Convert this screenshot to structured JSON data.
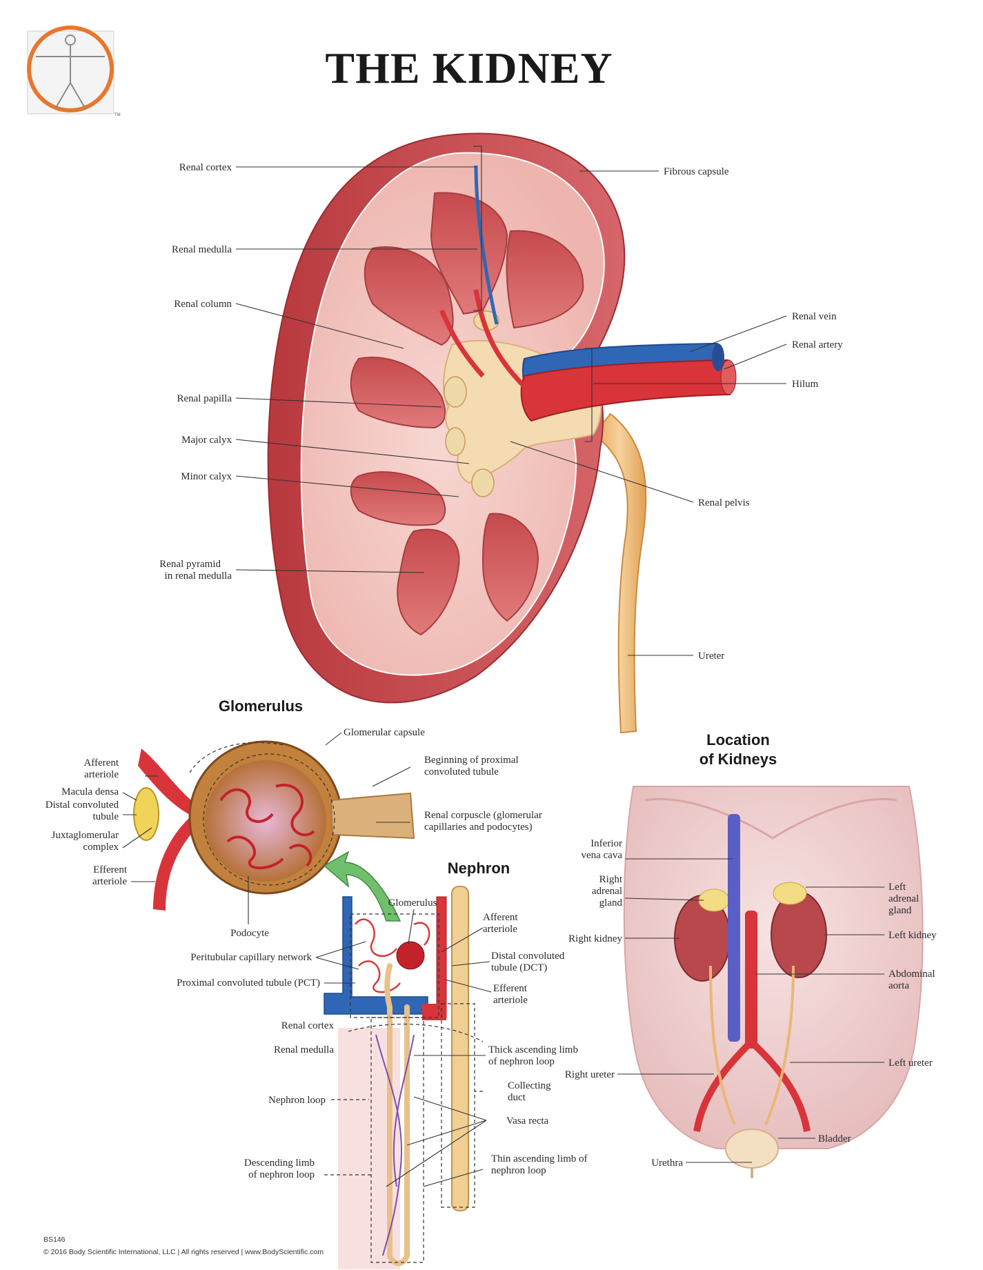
{
  "title": "THE KIDNEY",
  "logo": {
    "mark": "TM",
    "icon": "vitruvian-man-logo-icon",
    "accent": "#e8772e"
  },
  "kidney": {
    "labels": {
      "renal_cortex": "Renal cortex",
      "renal_medulla": "Renal medulla",
      "renal_column": "Renal column",
      "renal_papilla": "Renal papilla",
      "major_calyx": "Major calyx",
      "minor_calyx": "Minor calyx",
      "renal_pyramid_1": "Renal pyramid",
      "renal_pyramid_2": "in renal medulla",
      "fibrous_capsule": "Fibrous capsule",
      "renal_vein": "Renal vein",
      "renal_artery": "Renal artery",
      "hilum": "Hilum",
      "renal_pelvis": "Renal pelvis",
      "ureter": "Ureter"
    },
    "colors": {
      "cortex": "#f2c2bd",
      "capsule": "#c8484a",
      "pyramid": "#d4595b",
      "pelvis": "#f3d9ad",
      "artery": "#d8343a",
      "vein": "#2f67b6",
      "ureter": "#edb56c"
    }
  },
  "glomerulus": {
    "heading": "Glomerulus",
    "labels": {
      "glomerular_capsule": "Glomerular capsule",
      "afferent_1": "Afferent",
      "afferent_2": "arteriole",
      "macula_densa": "Macula densa",
      "dct_1": "Distal convoluted",
      "dct_2": "tubule",
      "jg_1": "Juxtaglomerular",
      "jg_2": "complex",
      "efferent_1": "Efferent",
      "efferent_2": "arteriole",
      "podocyte": "Podocyte",
      "pct_begin_1": "Beginning of proximal",
      "pct_begin_2": "convoluted tubule",
      "corpuscle_1": "Renal corpuscle (glomerular",
      "corpuscle_2": "capillaries and podocytes)"
    }
  },
  "nephron": {
    "heading": "Nephron",
    "labels": {
      "glomerulus": "Glomerulus",
      "afferent_1": "Afferent",
      "afferent_2": "arteriole",
      "dct_1": "Distal convoluted",
      "dct_2": "tubule (DCT)",
      "efferent_1": "Efferent",
      "efferent_2": "arteriole",
      "peritubular": "Peritubular capillary network",
      "pct": "Proximal convoluted tubule (PCT)",
      "renal_cortex": "Renal cortex",
      "renal_medulla": "Renal medulla",
      "nephron_loop": "Nephron loop",
      "descending_1": "Descending limb",
      "descending_2": "of nephron loop",
      "thick_1": "Thick ascending limb",
      "thick_2": "of nephron loop",
      "collecting_1": "Collecting",
      "collecting_2": "duct",
      "vasa_recta": "Vasa recta",
      "thin_1": "Thin ascending limb of",
      "thin_2": "nephron loop"
    }
  },
  "location": {
    "heading_1": "Location",
    "heading_2": "of Kidneys",
    "labels": {
      "ivc_1": "Inferior",
      "ivc_2": "vena cava",
      "right_adrenal_1": "Right",
      "right_adrenal_2": "adrenal",
      "right_adrenal_3": "gland",
      "right_kidney": "Right kidney",
      "right_ureter": "Right ureter",
      "urethra": "Urethra",
      "left_adrenal_1": "Left",
      "left_adrenal_2": "adrenal",
      "left_adrenal_3": "gland",
      "left_kidney": "Left kidney",
      "aorta_1": "Abdominal",
      "aorta_2": "aorta",
      "left_ureter": "Left ureter",
      "bladder": "Bladder"
    }
  },
  "footer": {
    "code": "BS146",
    "copyright": "© 2016 Body Scientific International, LLC | All rights reserved | www.BodyScientific.com"
  }
}
